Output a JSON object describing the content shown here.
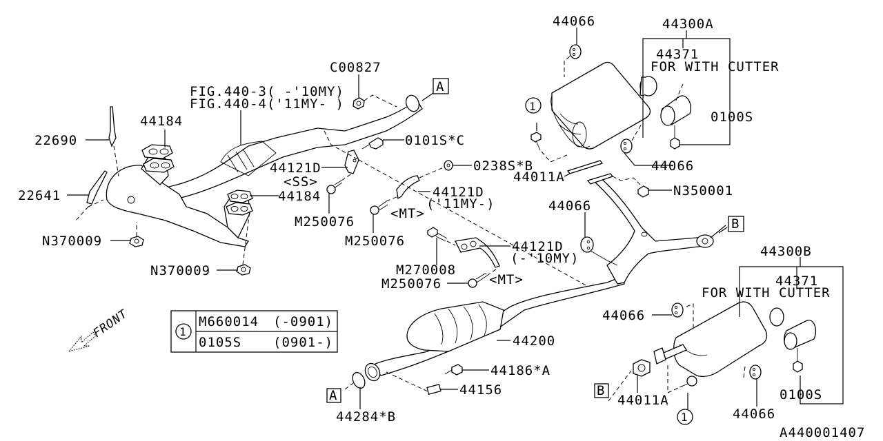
{
  "diagram": {
    "type": "exploded-parts-diagram",
    "subject": "Exhaust system",
    "code": "A440001407",
    "front_indicator": "FRONT"
  },
  "labels": {
    "c00827": "C00827",
    "fig_ref_1": "FIG.440-3( -'10MY)",
    "fig_ref_2": "FIG.440-4('11MY- )",
    "p44184_top": "44184",
    "p22690": "22690",
    "p22641": "22641",
    "p44184_mid": "44184",
    "n370009_a": "N370009",
    "n370009_b": "N370009",
    "p0101s_c": "0101S*C",
    "p44121d_ss": "44121D",
    "note_ss": "<SS>",
    "m250076_a": "M250076",
    "p0238s_b": "0238S*B",
    "p44121d_11my": "44121D",
    "note_11my": "('11MY-)",
    "note_mt_a": "<MT>",
    "m250076_b": "M250076",
    "p44121d_10my": "44121D",
    "note_10my": "(-'10MY)",
    "m270008": "M270008",
    "m250076_c": "M250076",
    "note_mt_b": "<MT>",
    "p44066_top": "44066",
    "p44300a": "44300A",
    "p44371_a": "44371",
    "for_with_cutter_a": "FOR WITH CUTTER",
    "p0100s_a": "0100S",
    "p44066_a2": "44066",
    "p44011a_top": "44011A",
    "n350001": "N350001",
    "p44066_mid": "44066",
    "p44300b": "44300B",
    "p44371_b": "44371",
    "for_with_cutter_b": "FOR WITH CUTTER",
    "p44066_b1": "44066",
    "p0100s_b": "0100S",
    "p44011a_bottom": "44011A",
    "p44066_b2": "44066",
    "p44200": "44200",
    "p44186_a": "44186*A",
    "p44156": "44156",
    "p44284_b": "44284*B",
    "ref_circle_1_a": "1",
    "ref_circle_1_b": "1",
    "ref_box_a_top": "A",
    "ref_box_a_bottom": "A",
    "ref_box_b_top": "B",
    "ref_box_b_bottom": "B"
  },
  "legend_table": {
    "key": "1",
    "rows": [
      {
        "part": "M660014",
        "range": "(-0901)"
      },
      {
        "part": "0105S",
        "range": "(0901-)"
      }
    ]
  }
}
